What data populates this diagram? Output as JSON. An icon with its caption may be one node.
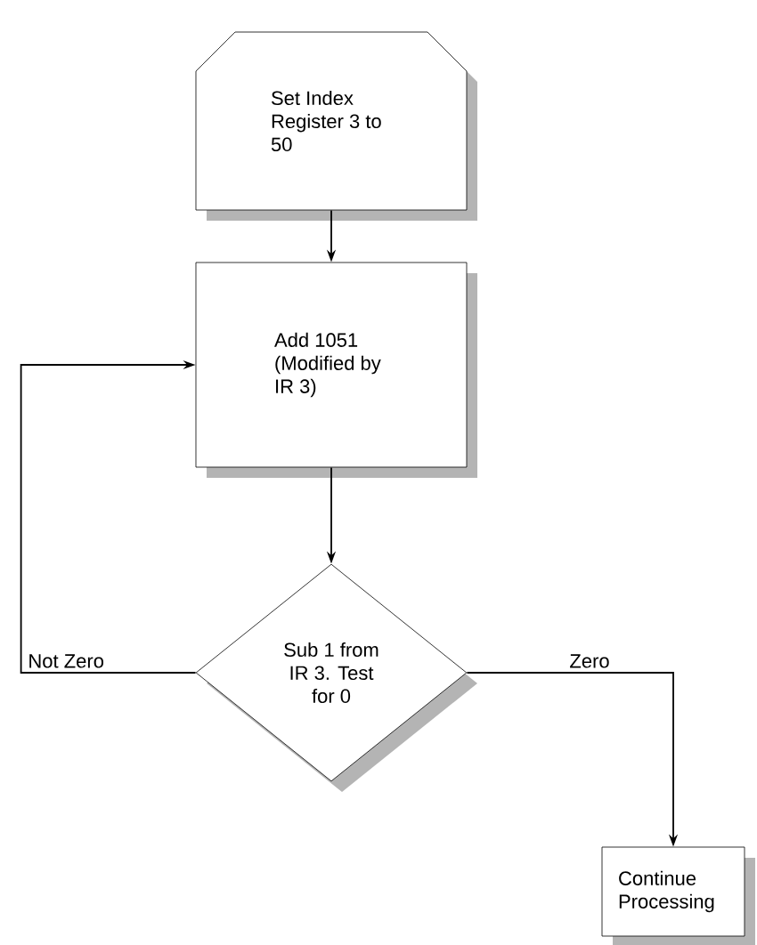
{
  "diagram": {
    "nodes": [
      {
        "text": [
          "Set Index Register 3 to 50"
        ]
      },
      {
        "text": [
          "Add 1051 (Modified by IR 3)"
        ]
      },
      {
        "text": [
          "Sub 1 from IR 3. Test for 0"
        ]
      },
      {
        "text": [
          "Continue Processing"
        ]
      }
    ],
    "edges": [
      {
        "from": 0,
        "to": 1,
        "arrow": "to"
      },
      {
        "from": 1,
        "to": 2,
        "arrow": "to"
      },
      {
        "from": 2,
        "to": 1,
        "arrow": "to",
        "label": "Not Zero"
      },
      {
        "from": 2,
        "to": 3,
        "arrow": "to",
        "label": "Zero"
      }
    ]
  }
}
